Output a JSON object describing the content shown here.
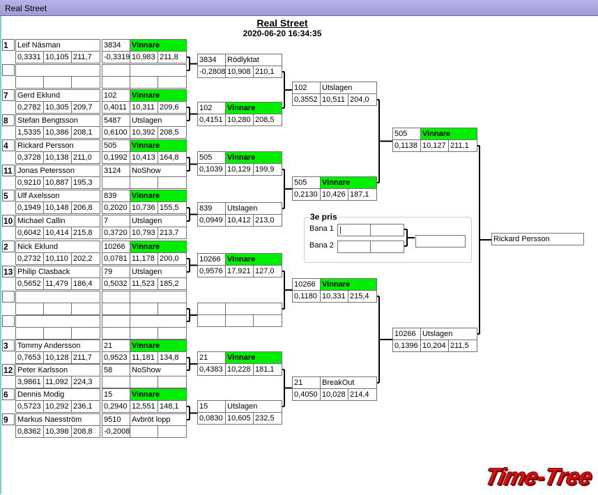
{
  "window": {
    "title": "Real Street"
  },
  "header": {
    "title": "Real Street",
    "datetime": "2020-06-20 16:34:35"
  },
  "colors": {
    "winner": "#00ee00"
  },
  "round1": [
    {
      "seed": "1",
      "name": "Leif Näsman",
      "rt": "0,3331",
      "et": "10,105",
      "speed": "211,7"
    },
    {
      "seed": "",
      "name": "",
      "rt": "",
      "et": "",
      "speed": ""
    },
    {
      "seed": "7",
      "name": "Gerd Eklund",
      "rt": "0,2782",
      "et": "10,305",
      "speed": "209,7"
    },
    {
      "seed": "8",
      "name": "Stefan Bengtsson",
      "rt": "1,5335",
      "et": "10,386",
      "speed": "208,1"
    },
    {
      "seed": "4",
      "name": "Rickard Persson",
      "rt": "0,3728",
      "et": "10,138",
      "speed": "211,0"
    },
    {
      "seed": "11",
      "name": "Jonas Petersson",
      "rt": "0,9210",
      "et": "10,887",
      "speed": "195,3"
    },
    {
      "seed": "5",
      "name": "Ulf Axelsson",
      "rt": "0,1949",
      "et": "10,148",
      "speed": "206,8"
    },
    {
      "seed": "10",
      "name": "Michael Callin",
      "rt": "0,6042",
      "et": "10,414",
      "speed": "215,8"
    },
    {
      "seed": "2",
      "name": "Nick Eklund",
      "rt": "0,2732",
      "et": "10,110",
      "speed": "202,2"
    },
    {
      "seed": "13",
      "name": "Philip Clasback",
      "rt": "0,5652",
      "et": "11,479",
      "speed": "186,4"
    },
    {
      "seed": "",
      "name": "",
      "rt": "",
      "et": "",
      "speed": ""
    },
    {
      "seed": "",
      "name": "",
      "rt": "",
      "et": "",
      "speed": ""
    },
    {
      "seed": "3",
      "name": "Tommy Andersson",
      "rt": "0,7653",
      "et": "10,128",
      "speed": "211,7"
    },
    {
      "seed": "12",
      "name": "Peter Karlsson",
      "rt": "3,9861",
      "et": "11,092",
      "speed": "224,3"
    },
    {
      "seed": "6",
      "name": "Dennis Modig",
      "rt": "0,5723",
      "et": "10,292",
      "speed": "236,1"
    },
    {
      "seed": "9",
      "name": "Markus Naesström",
      "rt": "0,8362",
      "et": "10,398",
      "speed": "208,8"
    }
  ],
  "round1_results": [
    {
      "car": "3834",
      "status": "Vinnare",
      "rt": "-0,3319",
      "et": "10,983",
      "speed": "211,8"
    },
    {
      "car": "",
      "status": "",
      "rt": "",
      "et": "",
      "speed": ""
    },
    {
      "car": "102",
      "status": "Vinnare",
      "rt": "0,4011",
      "et": "10,311",
      "speed": "209,6"
    },
    {
      "car": "5487",
      "status": "Utslagen",
      "rt": "0,6100",
      "et": "10,392",
      "speed": "208,5"
    },
    {
      "car": "505",
      "status": "Vinnare",
      "rt": "0,1992",
      "et": "10,413",
      "speed": "164,8"
    },
    {
      "car": "3124",
      "status": "NoShow",
      "rt": "",
      "et": "",
      "speed": ""
    },
    {
      "car": "839",
      "status": "Vinnare",
      "rt": "0,2020",
      "et": "10,736",
      "speed": "155,5"
    },
    {
      "car": "7",
      "status": "Utslagen",
      "rt": "0,3720",
      "et": "10,793",
      "speed": "213,7"
    },
    {
      "car": "10266",
      "status": "Vinnare",
      "rt": "0,0781",
      "et": "11,178",
      "speed": "200,0"
    },
    {
      "car": "79",
      "status": "Utslagen",
      "rt": "0,5032",
      "et": "11,523",
      "speed": "185,2"
    },
    {
      "car": "",
      "status": "",
      "rt": "",
      "et": "",
      "speed": ""
    },
    {
      "car": "",
      "status": "",
      "rt": "",
      "et": "",
      "speed": ""
    },
    {
      "car": "21",
      "status": "Vinnare",
      "rt": "0,9523",
      "et": "11,181",
      "speed": "134,8"
    },
    {
      "car": "58",
      "status": "NoShow",
      "rt": "",
      "et": "",
      "speed": ""
    },
    {
      "car": "15",
      "status": "Vinnare",
      "rt": "0,2940",
      "et": "12,551",
      "speed": "148,1"
    },
    {
      "car": "9510",
      "status": "Avbröt lopp",
      "rt": "-0,2008",
      "et": "",
      "speed": ""
    }
  ],
  "round2": [
    {
      "car": "3834",
      "status": "Rödlyktat",
      "rt": "-0,2808",
      "et": "10,908",
      "speed": "210,1"
    },
    {
      "car": "102",
      "status": "Vinnare",
      "rt": "0,4151",
      "et": "10,280",
      "speed": "208,5"
    },
    {
      "car": "505",
      "status": "Vinnare",
      "rt": "0,1039",
      "et": "10,129",
      "speed": "199,9"
    },
    {
      "car": "839",
      "status": "Utslagen",
      "rt": "0,0949",
      "et": "10,412",
      "speed": "213,0"
    },
    {
      "car": "10266",
      "status": "Vinnare",
      "rt": "0,9576",
      "et": "17,921",
      "speed": "127,0"
    },
    {
      "car": "",
      "status": "",
      "rt": "",
      "et": "",
      "speed": ""
    },
    {
      "car": "21",
      "status": "Vinnare",
      "rt": "0,4383",
      "et": "10,228",
      "speed": "181,1"
    },
    {
      "car": "15",
      "status": "Utslagen",
      "rt": "0,0830",
      "et": "10,605",
      "speed": "232,5"
    }
  ],
  "round3": [
    {
      "car": "102",
      "status": "Utslagen",
      "rt": "0,3552",
      "et": "10,511",
      "speed": "204,0"
    },
    {
      "car": "505",
      "status": "Vinnare",
      "rt": "0,2130",
      "et": "10,426",
      "speed": "187,1"
    },
    {
      "car": "10266",
      "status": "Vinnare",
      "rt": "0,1180",
      "et": "10,331",
      "speed": "215,4"
    },
    {
      "car": "21",
      "status": "BreakOut",
      "rt": "0,4050",
      "et": "10,028",
      "speed": "214,4"
    }
  ],
  "semifinal": [
    {
      "car": "505",
      "status": "Vinnare",
      "rt": "0,1138",
      "et": "10,127",
      "speed": "211,1"
    },
    {
      "car": "10266",
      "status": "Utslagen",
      "rt": "0,1396",
      "et": "10,204",
      "speed": "211,5"
    }
  ],
  "final": {
    "winner": "Rickard Persson"
  },
  "third_place": {
    "title": "3e pris",
    "lane1": "Bana 1",
    "lane2": "Bana 2"
  },
  "logo": {
    "text": "Time-Tree"
  }
}
